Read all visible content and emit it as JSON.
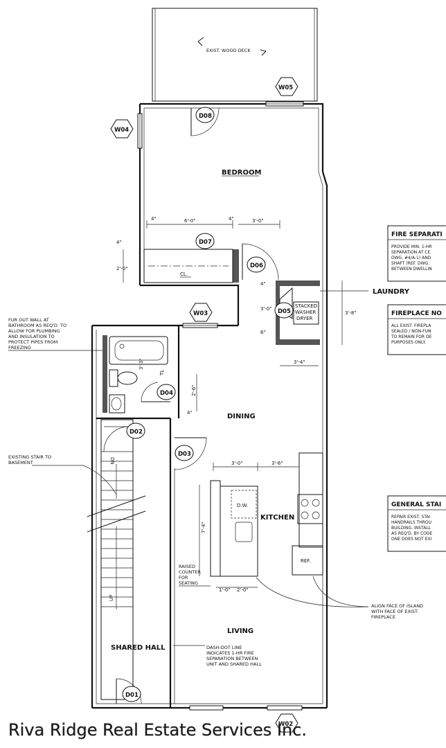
{
  "rooms": {
    "deck": "EXIST. WOOD DECK",
    "bedroom": "BEDROOM",
    "dining": "DINING",
    "kitchen": "KITCHEN",
    "living": "LIVING",
    "shared_hall": "SHARED HALL",
    "laundry": "LAUNDRY",
    "closet": "CL."
  },
  "tags": {
    "w05": "W05",
    "w04": "W04",
    "w03": "W03",
    "w02": "W02",
    "d08": "D08",
    "d07": "D07",
    "d06": "D06",
    "d05": "D05",
    "d04": "D04",
    "d03": "D03",
    "d02": "D02",
    "d01": "D01"
  },
  "fixtures": {
    "washer_dryer": [
      "STACKED",
      "WASHER",
      "DRYER"
    ],
    "dishwasher": "D.W.",
    "refrigerator": "REF.",
    "stair_up": "UP",
    "stair_down": "DN",
    "closet_tl": "TL"
  },
  "dims": {
    "bed_closet_width": "6'-0\"",
    "bed_side": "3'-0\"",
    "closet_depth": "2'-0\"",
    "closet_top": "4\"",
    "small_a": "4\"",
    "small_b": "4\"",
    "laundry_width": "3'-4\"",
    "laundry_height": "3'-8\"",
    "laundry_left": "3'-0\"",
    "laundry_small": "4\"",
    "laundry_bottom": "6\"",
    "bath_a": "3'-3\"",
    "bath_b": "2'-6\"",
    "bath_c": "4\"",
    "island_top_a": "3'-0\"",
    "island_top_b": "3'-6\"",
    "island_height": "7'-4\"",
    "island_bot_a": "1'-0\"",
    "island_bot_b": "2'-0\""
  },
  "notes": {
    "fur_out": [
      "FUR OUT WALL AT",
      "BATHROOM AS REQ'D. TO",
      "ALLOW FOR PLUMBING",
      "AND INSULATION TO",
      "PROTECT PIPES FROM",
      "FREEZING"
    ],
    "existing_stair": [
      "EXISTING STAIR TO",
      "BASEMENT"
    ],
    "raised_counter": [
      "RAISED",
      "COUNTER",
      "FOR",
      "SEATING"
    ],
    "align_face": [
      "ALIGN FACE OF ISLAND",
      "WITH FACE OF EXIST.",
      "FIREPLACE"
    ],
    "dash_dot": [
      "DASH-DOT LINE",
      "INDICATES 1-HR FIRE",
      "SEPARATION BETWEEN",
      "UNIT AND SHARED HALL"
    ]
  },
  "boxes": {
    "fire_sep": {
      "title": "FIRE SEPARATI",
      "lines": [
        "PROVIDE MIN. 1-HR",
        "SEPARATION AT CE",
        "DWG. #4/A-1) AND",
        "SHAFT (REF. DWG.",
        "BETWEEN DWELLIN"
      ]
    },
    "fireplace": {
      "title": "FIREPLACE NO",
      "lines": [
        "ALL EXIST. FIREPLA",
        "SEALED / NON-FUN",
        "TO REMAIN FOR DE",
        "PURPOSES ONLY."
      ]
    },
    "general": {
      "title": "GENERAL STAI",
      "lines": [
        "REPAIR EXIST. STAI",
        "HANDRAILS THROU",
        "BUILDING. INSTALL",
        "AS REQ'D. BY CODE",
        "ONE DOES NOT EXI"
      ]
    }
  },
  "watermark": "Riva Ridge Real Estate Services Inc."
}
